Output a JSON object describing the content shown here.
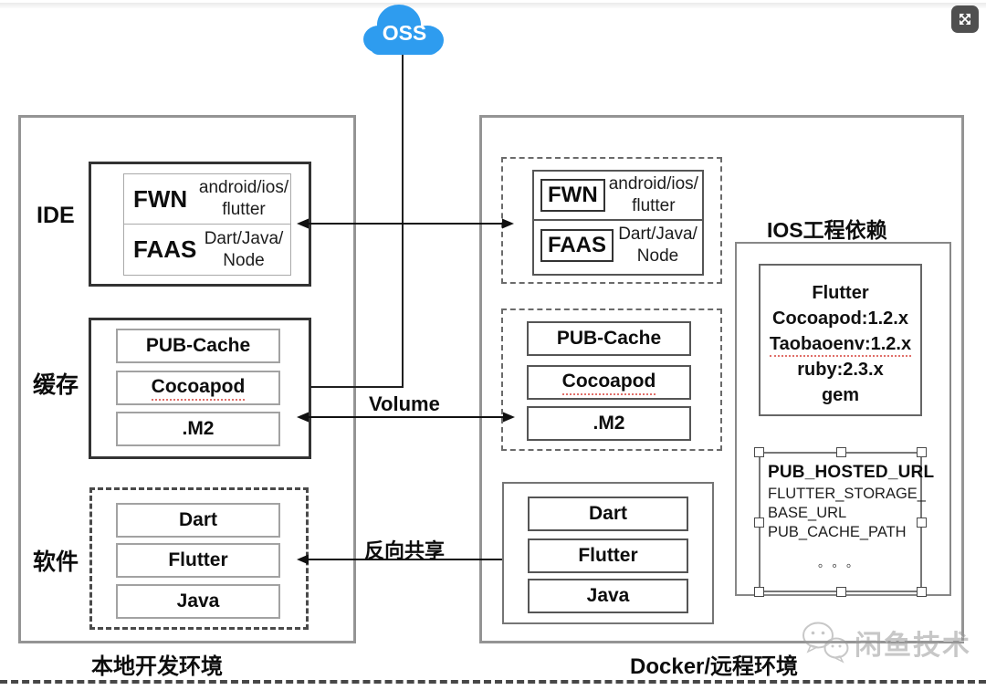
{
  "cloud": {
    "label": "OSS",
    "color": "#2E9CEF"
  },
  "controls": {
    "expand_icon": "expand-arrows"
  },
  "left_env": {
    "caption": "本地开发环境",
    "ide": {
      "label": "IDE",
      "rows": [
        {
          "key": "FWN",
          "line1": "android/ios/",
          "line2": "flutter"
        },
        {
          "key": "FAAS",
          "line1": "Dart/Java/",
          "line2": "Node"
        }
      ]
    },
    "cache": {
      "label": "缓存",
      "items": [
        "PUB-Cache",
        "Cocoapod",
        ".M2"
      ]
    },
    "software": {
      "label": "软件",
      "items": [
        "Dart",
        "Flutter",
        "Java"
      ]
    }
  },
  "right_env": {
    "caption": "Docker/远程环境",
    "ide": {
      "rows": [
        {
          "key": "FWN",
          "line1": "android/ios/",
          "line2": "flutter"
        },
        {
          "key": "FAAS",
          "line1": "Dart/Java/",
          "line2": "Node"
        }
      ]
    },
    "cache": {
      "items": [
        "PUB-Cache",
        "Cocoapod",
        ".M2"
      ]
    },
    "software": {
      "items": [
        "Dart",
        "Flutter",
        "Java"
      ]
    },
    "ios_deps": {
      "title": "IOS工程依赖",
      "versions": [
        "Flutter",
        "Cocoapod:1.2.x",
        "Taobaoenv:1.2.x",
        "ruby:2.3.x",
        "gem"
      ],
      "env_vars": {
        "primary": "PUB_HOSTED_URL",
        "lines": [
          "FLUTTER_STORAGE_",
          "BASE_URL",
          "PUB_CACHE_PATH"
        ],
        "ellipsis": "。。。"
      }
    }
  },
  "connections": {
    "volume_label": "Volume",
    "reverse_share_label": "反向共享"
  },
  "watermark": {
    "text": "闲鱼技术",
    "logo_icon": "chat-bubbles"
  }
}
